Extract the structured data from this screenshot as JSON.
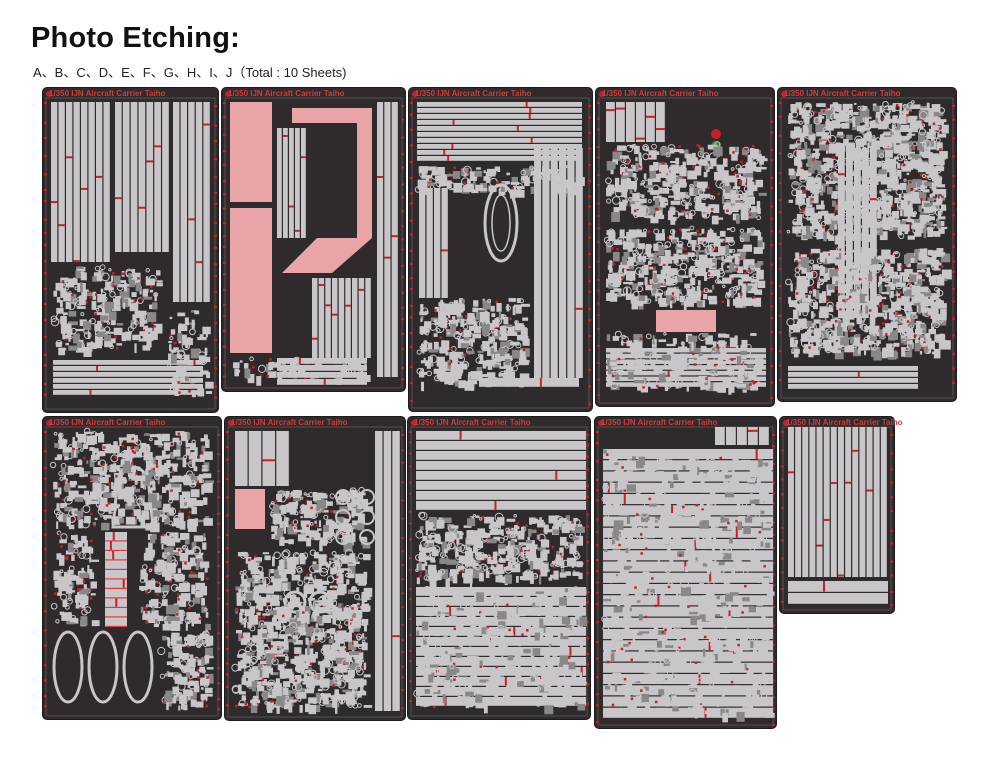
{
  "header": {
    "title": "Photo Etching:",
    "subtitle": "A、B、C、D、E、F、G、H、I、J（Total : 10 Sheets)"
  },
  "colors": {
    "sheet": "#2f2b2c",
    "metal": "#c8c6c8",
    "dark_part": "#8a8788",
    "red_tab": "#c8202a",
    "pink_part": "#e8a4a6"
  },
  "sheets": [
    {
      "id": "A",
      "label": "1/350 IJN Aircraft Carrier Taiho"
    },
    {
      "id": "B",
      "label": "1/350 IJN Aircraft Carrier Taiho"
    },
    {
      "id": "C",
      "label": "1/350 IJN Aircraft Carrier Taiho"
    },
    {
      "id": "D",
      "label": "1/350 IJN Aircraft Carrier Taiho"
    },
    {
      "id": "E",
      "label": "1/350 IJN Aircraft Carrier Taiho"
    },
    {
      "id": "F",
      "label": "1/350 IJN Aircraft Carrier Taiho"
    },
    {
      "id": "G",
      "label": "1/350 IJN Aircraft Carrier Taiho"
    },
    {
      "id": "H",
      "label": "1/350 IJN Aircraft Carrier Taiho"
    },
    {
      "id": "I",
      "label": "1/350 IJN Aircraft Carrier Taiho"
    },
    {
      "id": "J",
      "label": "1/350 IJN Aircraft Carrier Taiho"
    }
  ]
}
